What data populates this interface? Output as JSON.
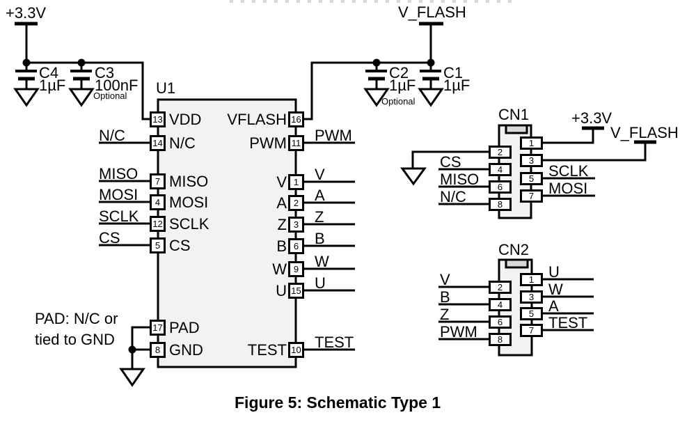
{
  "figure": {
    "caption": "Figure 5: Schematic Type 1"
  },
  "rails": {
    "v33": "+3.3V",
    "vflash": "V_FLASH"
  },
  "capacitors": {
    "c4": {
      "ref": "C4",
      "value": "1µF"
    },
    "c3": {
      "ref": "C3",
      "value": "100nF",
      "note": "Optional"
    },
    "c2": {
      "ref": "C2",
      "value": "1µF",
      "note": "Optional"
    },
    "c1": {
      "ref": "C1",
      "value": "1µF"
    }
  },
  "u1": {
    "ref": "U1",
    "note": {
      "line1": "PAD: N/C or",
      "line2": "tied to GND"
    },
    "left_pins": [
      {
        "num": "13",
        "name": "VDD"
      },
      {
        "num": "14",
        "name": "N/C",
        "net": "N/C"
      },
      {
        "num": "7",
        "name": "MISO",
        "net": "MISO"
      },
      {
        "num": "4",
        "name": "MOSI",
        "net": "MOSI"
      },
      {
        "num": "12",
        "name": "SCLK",
        "net": "SCLK"
      },
      {
        "num": "5",
        "name": "CS",
        "net": "CS"
      },
      {
        "num": "17",
        "name": "PAD"
      },
      {
        "num": "8",
        "name": "GND"
      }
    ],
    "right_pins": [
      {
        "num": "16",
        "name": "VFLASH"
      },
      {
        "num": "11",
        "name": "PWM",
        "net": "PWM"
      },
      {
        "num": "1",
        "name": "V",
        "net": "V"
      },
      {
        "num": "2",
        "name": "A",
        "net": "A"
      },
      {
        "num": "3",
        "name": "Z",
        "net": "Z"
      },
      {
        "num": "6",
        "name": "B",
        "net": "B"
      },
      {
        "num": "9",
        "name": "W",
        "net": "W"
      },
      {
        "num": "15",
        "name": "U",
        "net": "U"
      },
      {
        "num": "10",
        "name": "TEST",
        "net": "TEST"
      }
    ]
  },
  "cn1": {
    "ref": "CN1",
    "left_pins": [
      {
        "num": "2"
      },
      {
        "num": "4",
        "net": "CS"
      },
      {
        "num": "6",
        "net": "MISO"
      },
      {
        "num": "8",
        "net": "N/C"
      }
    ],
    "right_pins": [
      {
        "num": "1",
        "net": "+3.3V"
      },
      {
        "num": "3",
        "net": "V_FLASH"
      },
      {
        "num": "5",
        "net": "SCLK"
      },
      {
        "num": "7",
        "net": "MOSI"
      }
    ]
  },
  "cn2": {
    "ref": "CN2",
    "left_pins": [
      {
        "num": "2",
        "net": "V"
      },
      {
        "num": "4",
        "net": "B"
      },
      {
        "num": "6",
        "net": "Z"
      },
      {
        "num": "8",
        "net": "PWM"
      }
    ],
    "right_pins": [
      {
        "num": "1",
        "net": "U"
      },
      {
        "num": "3",
        "net": "W"
      },
      {
        "num": "5",
        "net": "A"
      },
      {
        "num": "7",
        "net": "TEST"
      }
    ]
  },
  "colors": {
    "wire": "#000000",
    "body_fill": "#f2f2f2",
    "notch_fill": "#d9d9d9"
  }
}
